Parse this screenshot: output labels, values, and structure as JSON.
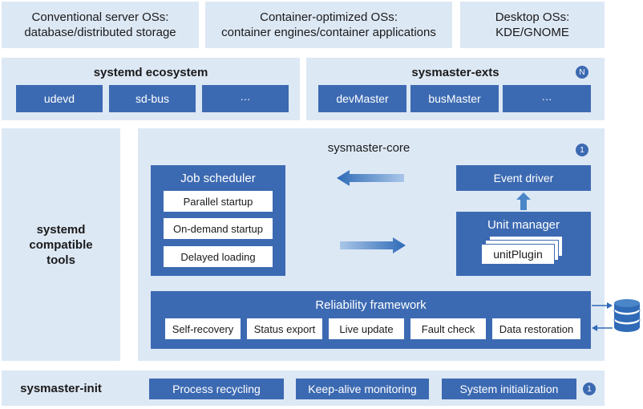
{
  "top_row": [
    {
      "line1": "Conventional server OSs:",
      "line2": "database/distributed storage"
    },
    {
      "line1": "Container-optimized OSs:",
      "line2": "container engines/container applications"
    },
    {
      "line1": "Desktop OSs:",
      "line2": "KDE/GNOME"
    }
  ],
  "systemd_ecosystem": {
    "title": "systemd ecosystem",
    "items": [
      "udevd",
      "sd-bus",
      "···"
    ]
  },
  "sysmaster_exts": {
    "title": "sysmaster-exts",
    "badge": "N",
    "items": [
      "devMaster",
      "busMaster",
      "···"
    ]
  },
  "compatible_tools": {
    "line1": "systemd",
    "line2": "compatible",
    "line3": "tools"
  },
  "core": {
    "title": "sysmaster-core",
    "badge": "1",
    "job_scheduler": {
      "title": "Job scheduler",
      "items": [
        "Parallel startup",
        "On-demand startup",
        "Delayed loading"
      ]
    },
    "event_driver": "Event driver",
    "unit_manager": {
      "title": "Unit manager",
      "plugin": "unitPlugin"
    },
    "reliability": {
      "title": "Reliability framework",
      "items": [
        "Self-recovery",
        "Status export",
        "Live update",
        "Fault check",
        "Data restoration"
      ]
    }
  },
  "init": {
    "title": "sysmaster-init",
    "badge": "1",
    "items": [
      "Process recycling",
      "Keep-alive monitoring",
      "System initialization"
    ]
  },
  "colors": {
    "panel": "#dde8f5",
    "box": "#3c6ab2",
    "arrow": "#4a86c8"
  },
  "icons": [
    "database-icon",
    "arrow-left-icon",
    "arrow-right-icon",
    "arrow-up-icon"
  ]
}
